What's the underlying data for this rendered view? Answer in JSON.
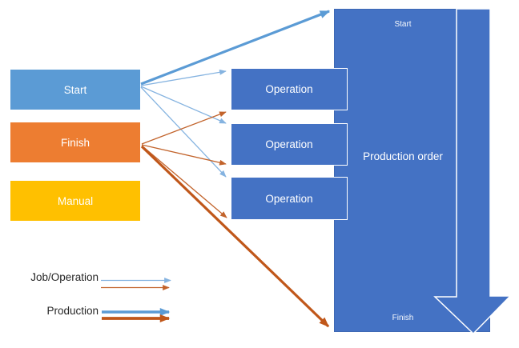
{
  "boxes": {
    "start": {
      "label": "Start"
    },
    "finish": {
      "label": "Finish"
    },
    "manual": {
      "label": "Manual"
    },
    "operations": [
      {
        "label": "Operation"
      },
      {
        "label": "Operation"
      },
      {
        "label": "Operation"
      }
    ],
    "production": {
      "title": "Production order",
      "start_label": "Start",
      "finish_label": "Finish"
    }
  },
  "legend": {
    "job_operation_label": "Job/Operation",
    "production_label": "Production"
  },
  "colors": {
    "start_fill": "#5B9BD5",
    "start_border": "#4385C9",
    "finish_fill": "#ED7D31",
    "finish_border": "#DC6A1E",
    "manual_fill": "#FFC000",
    "manual_border": "#E8AE00",
    "operation_fill": "#4472C4",
    "production_fill": "#4472C4",
    "big_arrow_fill": "#4472C4",
    "big_arrow_outline": "#FFFFFF",
    "thin_blue": "#85B3E0",
    "thin_orange": "#C2632B",
    "thick_blue": "#5B9BD5",
    "thick_orange": "#C0571A",
    "legend_text": "#262626",
    "box_text": "#FFFFFF"
  }
}
